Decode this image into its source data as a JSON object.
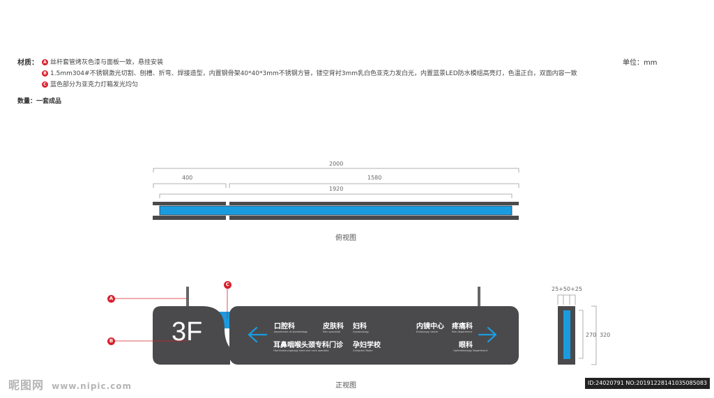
{
  "materials": {
    "heading": "材质：",
    "items": [
      {
        "mark": "A",
        "text": "丝杆套管烤灰色漆与面板一致，悬挂安装"
      },
      {
        "mark": "B",
        "text": "1.5mm304#不锈钢激光切割、刨槽、折弯、焊接造型，内置钢骨架40*40*3mm不锈钢方管，镂空背衬3mm乳白色亚克力发白光，内置蓝景LED防水模组高亮灯，色温正白，双面内容一致"
      },
      {
        "mark": "C",
        "text": "蓝色部分为亚克力灯箱发光均匀"
      }
    ],
    "quantity": "数量：一套成品",
    "unit": "单位：mm"
  },
  "top_view": {
    "dim_total": "2000",
    "dim_left": "400",
    "dim_right": "1580",
    "dim_inner": "1920",
    "label": "俯视图"
  },
  "front_view": {
    "floor": "3F",
    "label": "正视图",
    "callouts": [
      "A",
      "B",
      "C"
    ],
    "left_arrow": "←",
    "right_arrow": "→",
    "departments": [
      {
        "cn": "口腔科",
        "en": "department of stomatology"
      },
      {
        "cn": "皮肤科",
        "en": "Skin specialist"
      },
      {
        "cn": "妇科",
        "en": "Gynaecology"
      },
      {
        "cn": "耳鼻咽喉头颈专科门诊",
        "en": "Otorhinolaryngology head and neck specialty"
      },
      {
        "cn": "孕妇学校",
        "en": "Computer Room"
      },
      {
        "cn": "内镜中心",
        "en": "Endoscopy center"
      },
      {
        "cn": "疼痛科",
        "en": "Pain department"
      },
      {
        "cn": "眼科",
        "en": "Ophthalmology Department"
      }
    ]
  },
  "side_view": {
    "dim_top": "25+50+25",
    "dim_270": "270",
    "dim_320": "320"
  },
  "watermark": {
    "logo_text": "昵图网",
    "url": "www.nipic.com",
    "id_text": "ID:24020791 NO:20191228141035085083"
  },
  "colors": {
    "panel": "#4a4a4c",
    "blue": "#1a9be0",
    "callout": "#d7202d"
  }
}
